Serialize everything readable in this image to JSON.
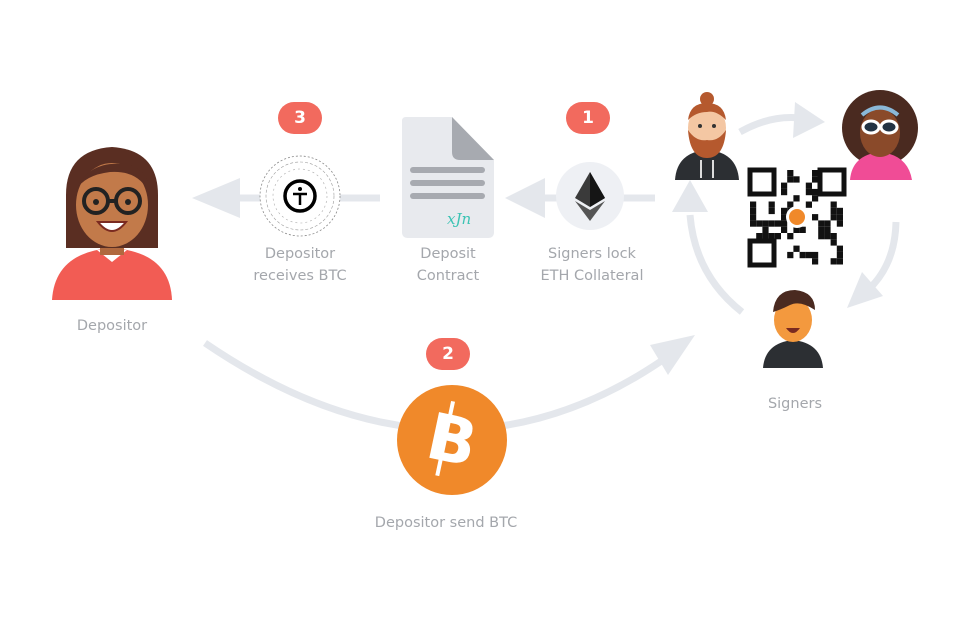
{
  "steps": [
    {
      "number": "1",
      "label_line1": "Signers lock",
      "label_line2": "ETH Collateral"
    },
    {
      "number": "2",
      "label": "Depositor send BTC"
    },
    {
      "number": "3",
      "label_line1": "Depositor",
      "label_line2": "receives BTC"
    }
  ],
  "contract": {
    "label_line1": "Deposit",
    "label_line2": "Contract",
    "signature": "xJn"
  },
  "actors": {
    "depositor": "Depositor",
    "signers": "Signers"
  },
  "colors": {
    "badge": "#f26a5e",
    "label": "#a4a7ac",
    "arrow": "#e4e7ec",
    "btc": "#f0892a",
    "signature": "#3cc3b4"
  }
}
